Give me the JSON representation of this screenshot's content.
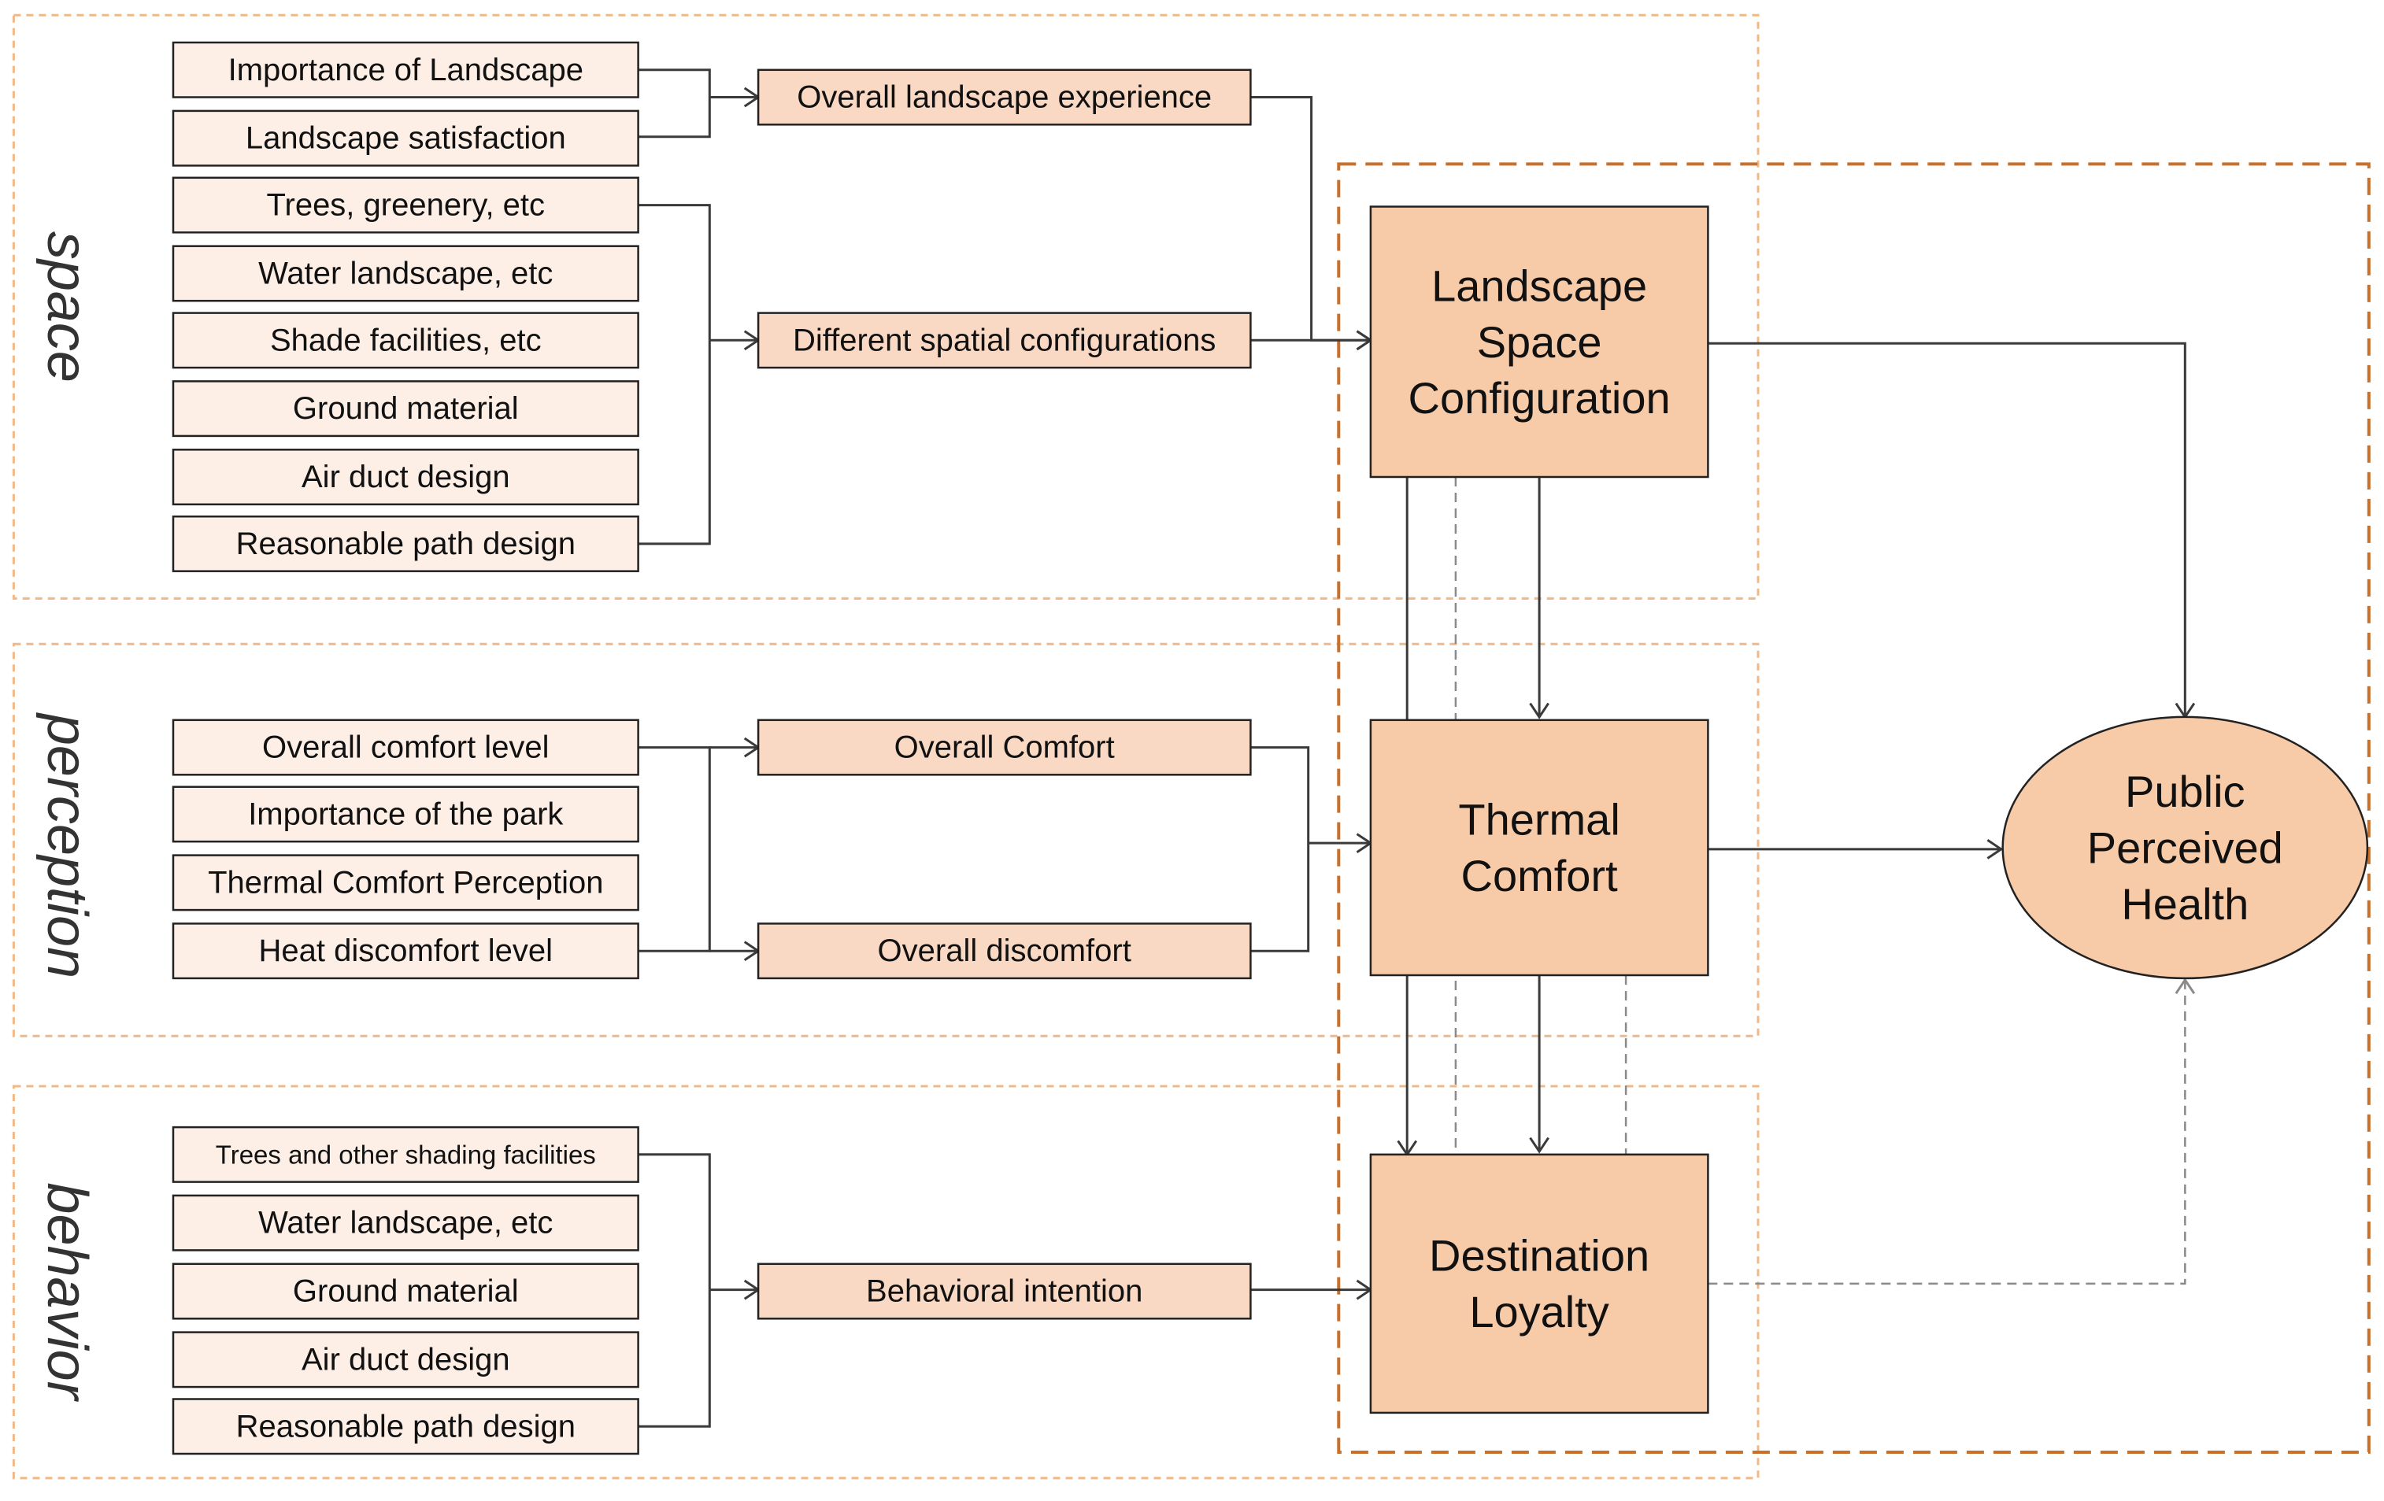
{
  "colors": {
    "item_fill": "#fdefe6",
    "mid_fill": "#f9d9c4",
    "construct_fill": "#f7cba8",
    "stroke": "#222222",
    "section_border": "#f0b887",
    "model_border": "#c8702a",
    "arrow": "#3a3a3a",
    "dashed_arrow": "#8a8a8a"
  },
  "sections": {
    "space": "space",
    "perception": "perception",
    "behavior": "behavior"
  },
  "space_items": [
    "Importance of Landscape",
    "Landscape satisfaction",
    "Trees, greenery, etc",
    "Water landscape, etc",
    "Shade facilities, etc",
    "Ground material",
    "Air duct design",
    "Reasonable path design"
  ],
  "perception_items": [
    "Overall comfort level",
    "Importance of the park",
    "Thermal Comfort Perception",
    "Heat discomfort level"
  ],
  "behavior_items": [
    "Trees and other shading facilities",
    "Water landscape, etc",
    "Ground material",
    "Air duct design",
    "Reasonable path design"
  ],
  "intermediates": {
    "overall_landscape_experience": "Overall landscape experience",
    "different_spatial_configurations": "Different spatial configurations",
    "overall_comfort": "Overall Comfort",
    "overall_discomfort": "Overall discomfort",
    "behavioral_intention": "Behavioral intention"
  },
  "constructs": {
    "landscape_space_configuration": [
      "Landscape",
      "Space",
      "Configuration"
    ],
    "thermal_comfort": [
      "Thermal",
      "Comfort"
    ],
    "destination_loyalty": [
      "Destination",
      "Loyalty"
    ],
    "public_perceived_health": [
      "Public",
      "Perceived",
      "Health"
    ]
  }
}
